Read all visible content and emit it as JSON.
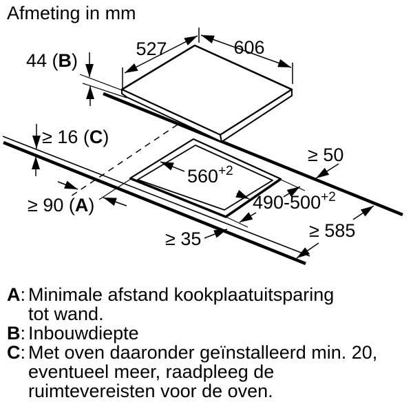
{
  "title": "Afmeting in mm",
  "dimensions": {
    "front_width": "527",
    "top_width": "606",
    "thickness": {
      "pre": "44 (",
      "letter": "B",
      "post": ")"
    },
    "counter_thickness": {
      "pre": "≥ 16 (",
      "letter": "C",
      "post": ")"
    },
    "wall_distance": {
      "pre": "≥ 90 (",
      "letter": "A",
      "post": ")"
    },
    "back_clearance": "≥ 50",
    "front_clearance": "≥ 35",
    "counter_depth": "≥ 585",
    "cutout_width": {
      "main": "560",
      "sup": "+2"
    },
    "cutout_depth": {
      "main": "490-500",
      "sup": "+2"
    }
  },
  "legend": {
    "items": [
      {
        "letter": "A",
        "colon": ":",
        "lines": [
          "Minimale afstand kookplaatuitsparing",
          "tot wand."
        ]
      },
      {
        "letter": "B",
        "colon": ":",
        "lines": [
          "Inbouwdiepte"
        ]
      },
      {
        "letter": "C",
        "colon": ":",
        "lines": [
          "Met oven daaronder geïnstalleerd min. 20,",
          "eventueel meer, raadpleeg de",
          "ruimtevereisten voor de oven."
        ]
      }
    ]
  },
  "colors": {
    "ink": "#000000",
    "background": "#ffffff"
  }
}
